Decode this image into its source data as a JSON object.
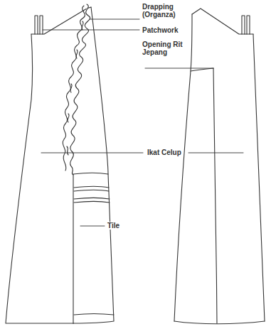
{
  "diagram": {
    "labels": [
      "Drapping (Organza)",
      "Patchwork",
      "Opening Rit Jepang",
      "Ikat Celup",
      "Tile"
    ]
  }
}
